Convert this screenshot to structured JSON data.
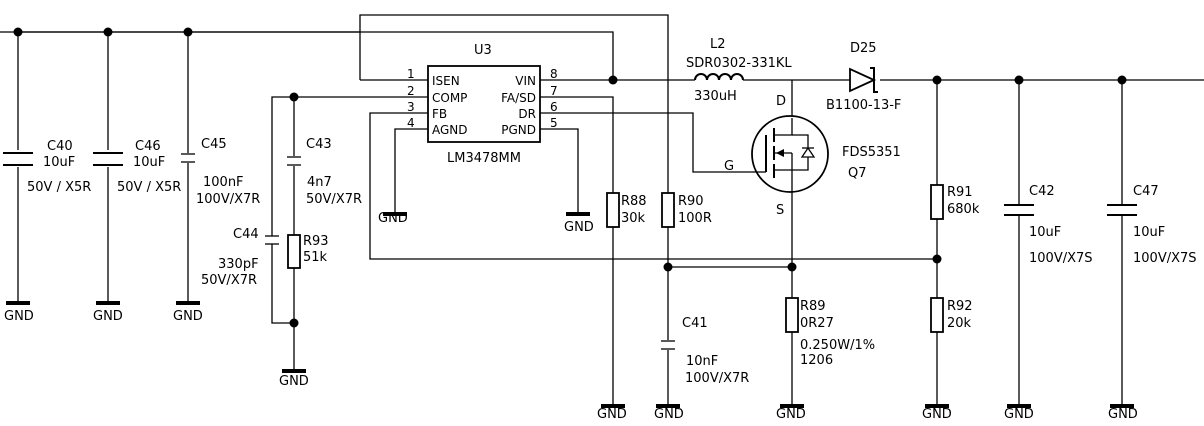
{
  "net_label": "GND",
  "u3": {
    "ref": "U3",
    "part": "LM3478MM",
    "pins": {
      "p1": {
        "num": "1",
        "name": "ISEN"
      },
      "p2": {
        "num": "2",
        "name": "COMP"
      },
      "p3": {
        "num": "3",
        "name": "FB"
      },
      "p4": {
        "num": "4",
        "name": "AGND"
      },
      "p5": {
        "num": "5",
        "name": "PGND"
      },
      "p6": {
        "num": "6",
        "name": "DR"
      },
      "p7": {
        "num": "7",
        "name": "FA/SD"
      },
      "p8": {
        "num": "8",
        "name": "VIN"
      }
    }
  },
  "l2": {
    "ref": "L2",
    "part": "SDR0302-331KL",
    "value": "330uH"
  },
  "d25": {
    "ref": "D25",
    "part": "B1100-13-F"
  },
  "q7": {
    "ref": "Q7",
    "part": "FDS5351",
    "d": "D",
    "g": "G",
    "s": "S"
  },
  "c40": {
    "ref": "C40",
    "value": "10uF",
    "rating": "50V / X5R"
  },
  "c46": {
    "ref": "C46",
    "value": "10uF",
    "rating": "50V / X5R"
  },
  "c45": {
    "ref": "C45",
    "value": "100nF",
    "rating": "100V/X7R"
  },
  "c43": {
    "ref": "C43",
    "value": "4n7",
    "rating": "50V/X7R"
  },
  "c44": {
    "ref": "C44",
    "value": "330pF",
    "rating": "50V/X7R"
  },
  "r93": {
    "ref": "R93",
    "value": "51k"
  },
  "r88": {
    "ref": "R88",
    "value": "30k"
  },
  "r90": {
    "ref": "R90",
    "value": "100R"
  },
  "c41": {
    "ref": "C41",
    "value": "10nF",
    "rating": "100V/X7R"
  },
  "r89": {
    "ref": "R89",
    "value": "0R27",
    "power": "0.250W/1%",
    "package": "1206"
  },
  "r91": {
    "ref": "R91",
    "value": "680k"
  },
  "r92": {
    "ref": "R92",
    "value": "20k"
  },
  "c42": {
    "ref": "C42",
    "value": "10uF",
    "rating": "100V/X7S"
  },
  "c47": {
    "ref": "C47",
    "value": "10uF",
    "rating": "100V/X7S"
  }
}
